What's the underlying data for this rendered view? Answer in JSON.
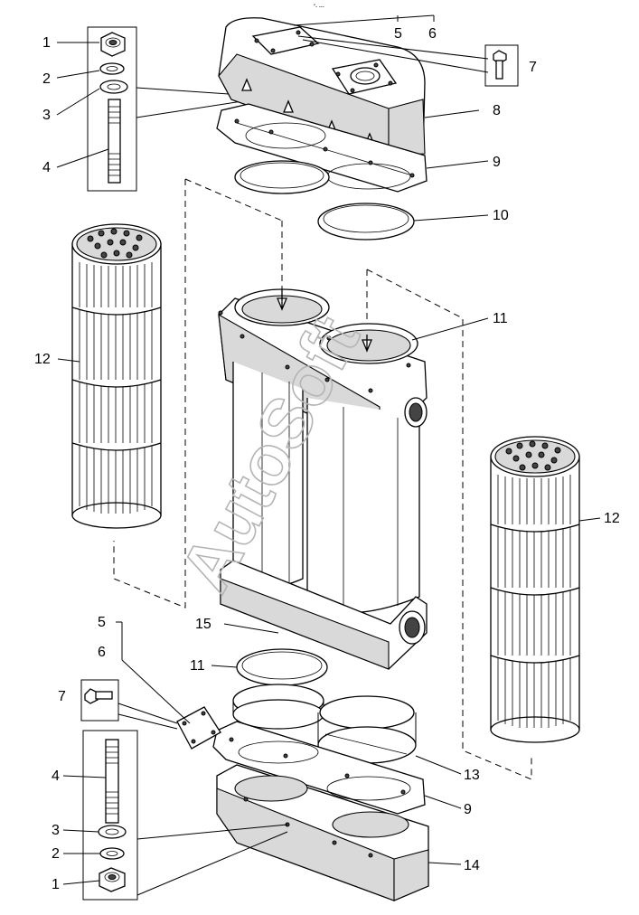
{
  "diagram": {
    "top_mark": "\"- ---",
    "watermark": "AutoSoft",
    "labels": {
      "top_left_1": "1",
      "top_left_2": "2",
      "top_left_3": "3",
      "top_left_4": "4",
      "top_5": "5",
      "top_6": "6",
      "top_7": "7",
      "cover_8": "8",
      "gasket_9_top": "9",
      "ring_10": "10",
      "ring_11_right": "11",
      "filter_12_left": "12",
      "filter_12_right": "12",
      "housing_15": "15",
      "ring_11_lower": "11",
      "bottom_5": "5",
      "bottom_6": "6",
      "bottom_7": "7",
      "bottom_4": "4",
      "bottom_3": "3",
      "bottom_2": "2",
      "bottom_1": "1",
      "ring_13": "13",
      "gasket_9_bottom": "9",
      "base_14": "14"
    }
  }
}
